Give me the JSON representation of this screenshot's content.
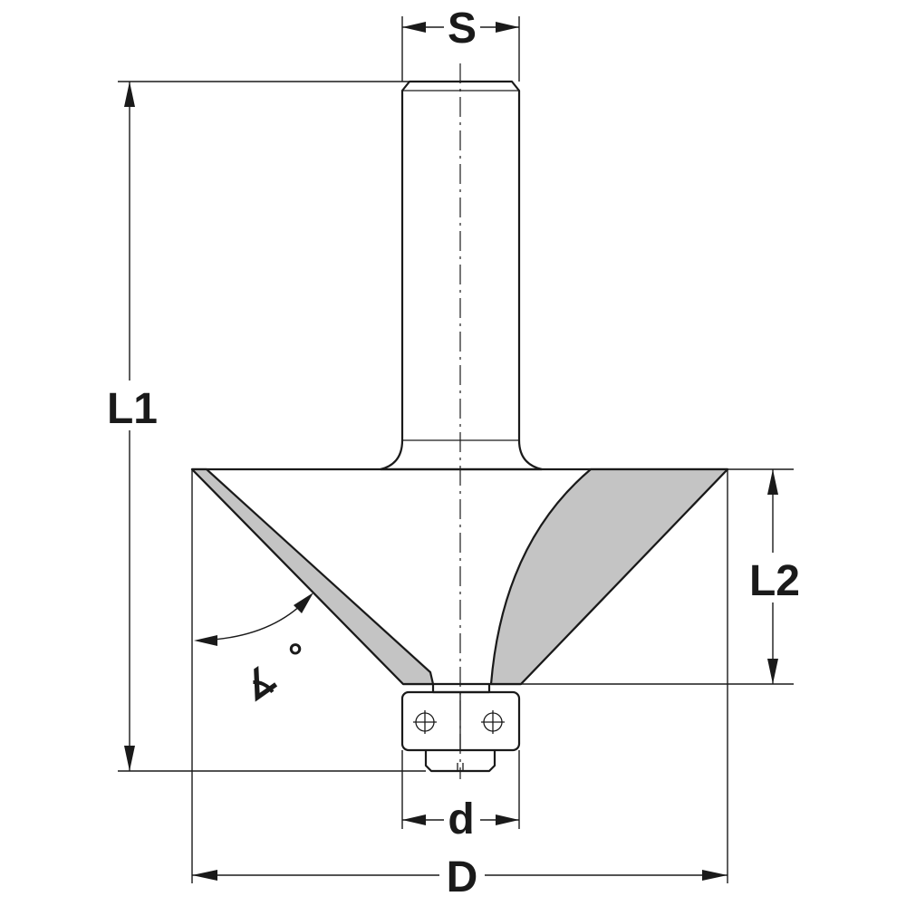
{
  "labels": {
    "shank_diameter": "S",
    "overall_length": "L1",
    "cutting_length": "L2",
    "bearing_diameter": "d",
    "cutting_diameter": "D",
    "angle_symbol": "∡",
    "degree_symbol": "°"
  }
}
